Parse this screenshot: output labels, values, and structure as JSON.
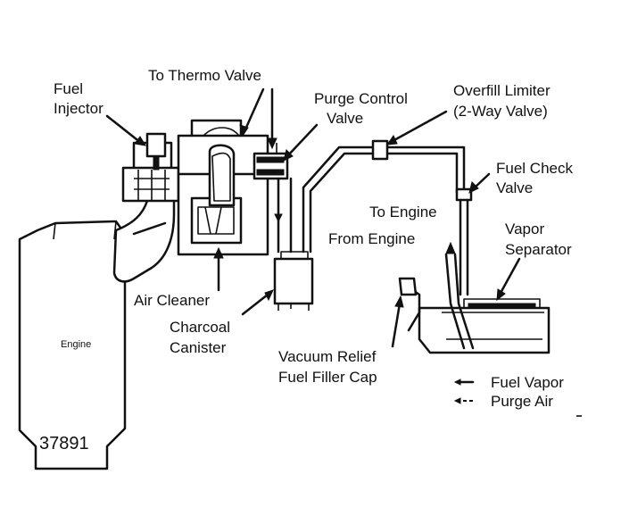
{
  "labels": {
    "fuel_injector_line1": "Fuel",
    "fuel_injector_line2": "Injector",
    "to_thermo_valve": "To Thermo Valve",
    "purge_control_line1": "Purge Control",
    "purge_control_line2": "Valve",
    "overfill_line1": "Overfill Limiter",
    "overfill_line2": "(2-Way Valve)",
    "fuel_check_line1": "Fuel Check",
    "fuel_check_line2": "Valve",
    "to_engine": "To Engine",
    "from_engine": "From Engine",
    "vapor_sep_line1": "Vapor",
    "vapor_sep_line2": "Separator",
    "air_cleaner": "Air Cleaner",
    "charcoal_line1": "Charcoal",
    "charcoal_line2": "Canister",
    "vacuum_line1": "Vacuum Relief",
    "vacuum_line2": "Fuel Filler Cap",
    "engine": "Engine",
    "figure_number": "37891"
  },
  "legend": {
    "fuel_vapor": "Fuel Vapor",
    "purge_air": "Purge Air"
  }
}
